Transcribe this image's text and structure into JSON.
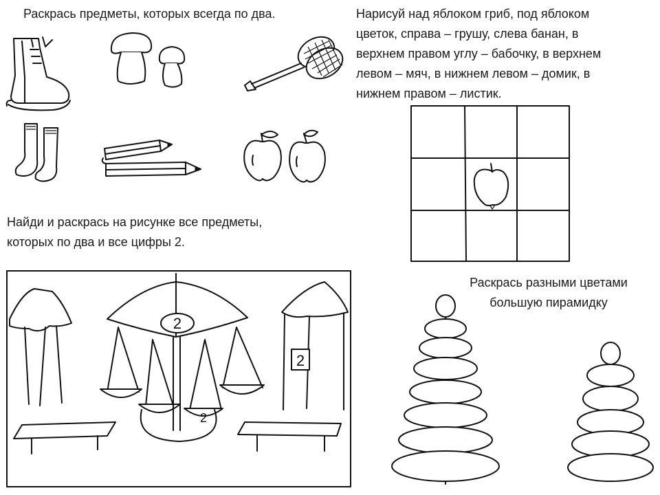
{
  "task_pairs": "Раскрась предметы, которых всегда по два.",
  "task_grid": [
    "Нарисуй над  яблоком  гриб, под яблоком",
    "цветок, справа – грушу, слева банан, в",
    "верхнем правом  углу – бабочку, в верхнем",
    "левом – мяч, в нижнем левом – домик, в",
    "нижнем правом – листик."
  ],
  "task_scene": [
    "Найди и раскрась на рисунке все предметы,",
    "которых по два и все цифры 2."
  ],
  "task_pyramid": [
    "Раскрась разными цветами",
    "большую пирамидку"
  ],
  "scene_digits": {
    "carousel": "2",
    "tent": "2",
    "basket": "2"
  }
}
